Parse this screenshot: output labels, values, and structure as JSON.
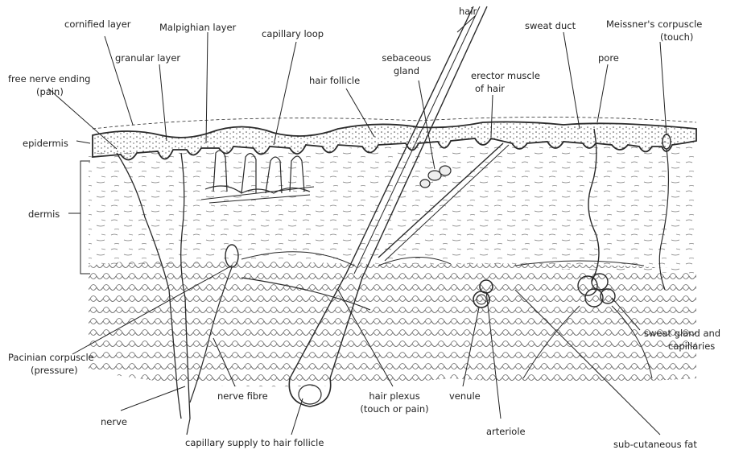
{
  "diagram": {
    "labels": {
      "hair": "hair",
      "cornified_layer": "cornified layer",
      "malpighian_layer": "Malpighian layer",
      "capillary_loop": "capillary loop",
      "granular_layer": "granular layer",
      "free_nerve_ending_1": "free nerve ending",
      "free_nerve_ending_2": "(pain)",
      "hair_follicle": "hair follicle",
      "sebaceous_gland_1": "sebaceous",
      "sebaceous_gland_2": "gland",
      "erector_muscle_1": "erector muscle",
      "erector_muscle_2": "of hair",
      "sweat_duct": "sweat duct",
      "pore": "pore",
      "meissner_1": "Meissner's corpuscle",
      "meissner_2": "(touch)",
      "epidermis": "epidermis",
      "dermis": "dermis",
      "pacinian_1": "Pacinian corpuscle",
      "pacinian_2": "(pressure)",
      "nerve_fibre": "nerve fibre",
      "nerve": "nerve",
      "capillary_supply": "capillary supply to hair follicle",
      "hair_plexus_1": "hair plexus",
      "hair_plexus_2": "(touch or pain)",
      "venule": "venule",
      "arteriole": "arteriole",
      "sweat_gland_1": "sweat gland and",
      "sweat_gland_2": "capillaries",
      "subcutaneous_fat": "sub-cutaneous fat"
    }
  }
}
